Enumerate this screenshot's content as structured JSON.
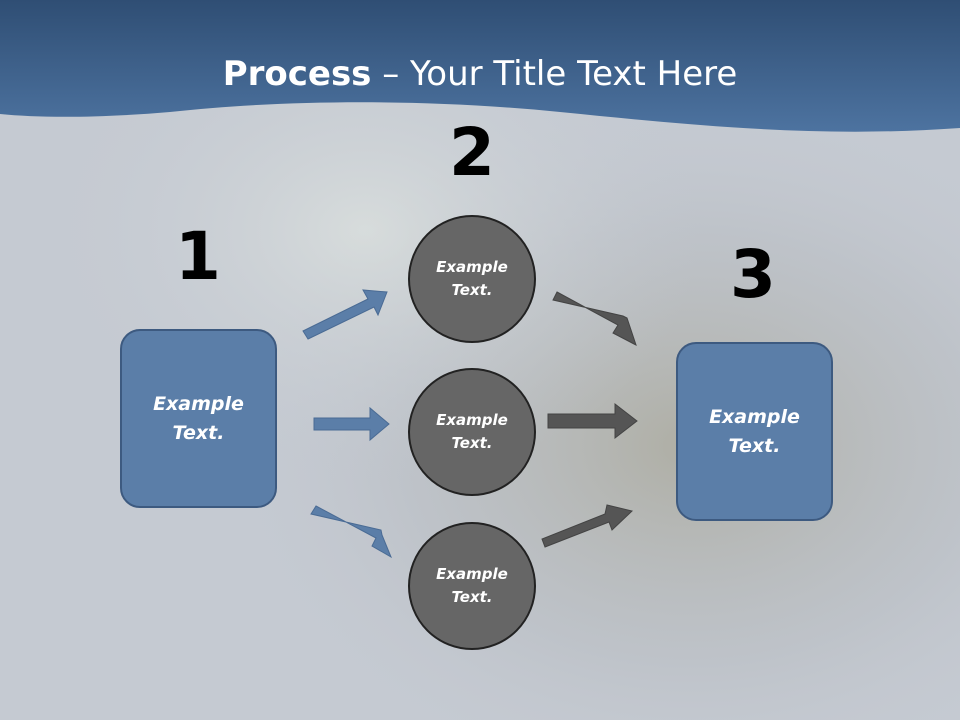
{
  "title": {
    "bold": "Process",
    "rest": " – Your Title Text Here"
  },
  "steps": [
    {
      "number": "1",
      "label_line1": "Example",
      "label_line2": "Text."
    },
    {
      "number": "2",
      "label_line1": "Example",
      "label_line2": "Text."
    },
    {
      "number": "3",
      "label_line1": "Example",
      "label_line2": "Text."
    }
  ],
  "circles": [
    {
      "line1": "Example",
      "line2": "Text."
    },
    {
      "line1": "Example",
      "line2": "Text."
    },
    {
      "line1": "Example",
      "line2": "Text."
    }
  ],
  "colors": {
    "header_band": "#3f6591",
    "background": "#c5cad2",
    "box_fill": "#5b7ea8",
    "circle_fill": "#666666",
    "arrow_left": "#5b7ea8",
    "arrow_right": "#555555"
  }
}
